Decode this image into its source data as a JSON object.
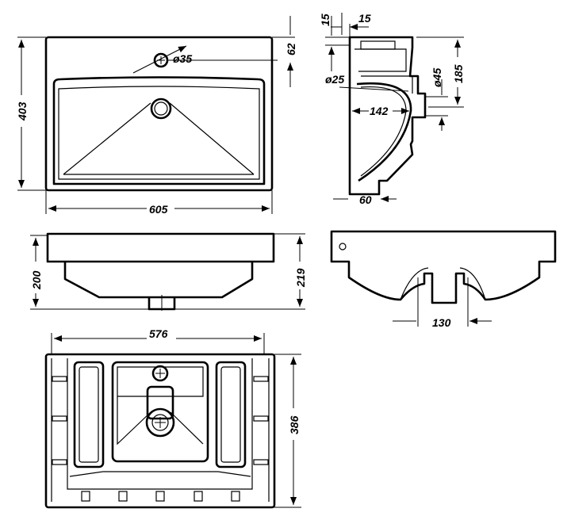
{
  "title": "Washbasin technical drawing",
  "dimensions": {
    "width_top": "605",
    "depth_top": "403",
    "tap_offset": "62",
    "tap_hole": "ø35",
    "rim_15_a": "15",
    "rim_15_b": "15",
    "overflow_diam": "ø25",
    "drain_diam": "ø45",
    "drain_height": "185",
    "drain_offset": "142",
    "wall_60": "60",
    "front_200": "200",
    "front_219": "219",
    "drain_width": "130",
    "bottom_width": "576",
    "bottom_depth": "386"
  },
  "colors": {
    "line": "#000000",
    "background": "#ffffff"
  }
}
